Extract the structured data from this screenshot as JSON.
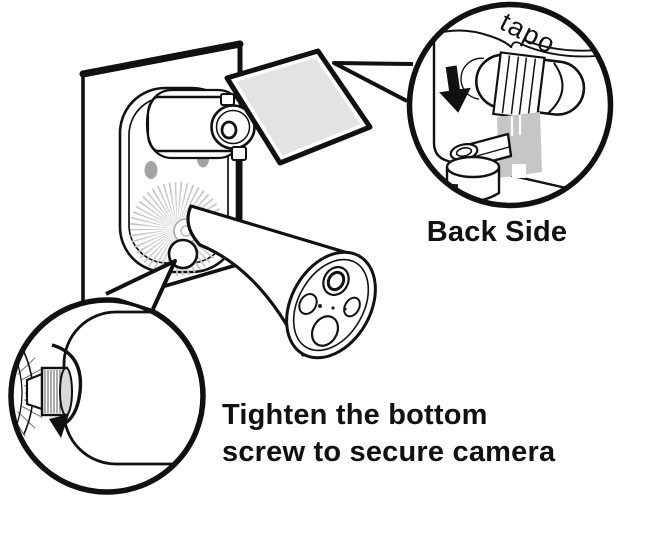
{
  "texts": {
    "back_side_label": "Back Side",
    "caption_line1": "Tighten the bottom",
    "caption_line2": "screw to secure camera",
    "brand_logo": "tapo"
  },
  "colors": {
    "line": "#111111",
    "plate_gray": "#e3e3e3",
    "slot_gray": "#c6c6c6",
    "hole_gray": "#a3a3a3",
    "spoke_gray": "#c9c9c9",
    "logo_gray": "#8d8d8d",
    "screw_face_gray": "#d9d9d9",
    "background": "#ffffff"
  }
}
